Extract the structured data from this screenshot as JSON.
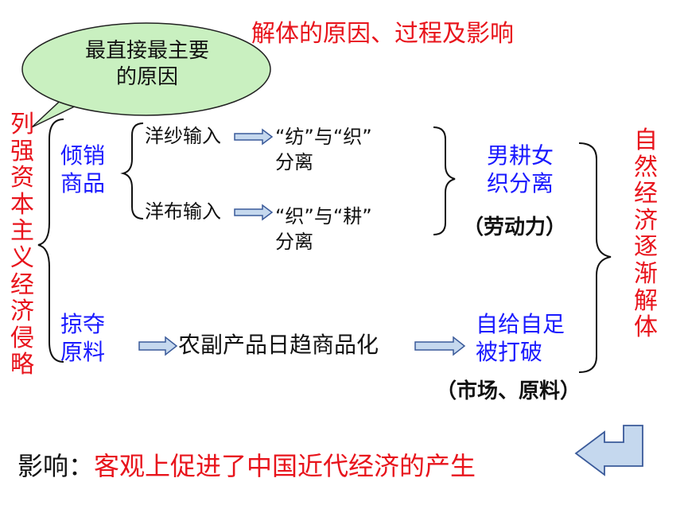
{
  "title": "解体的原因、过程及影响",
  "bubble": {
    "line1": "最直接最主要",
    "line2": "的原因"
  },
  "left_vertical": "列强资本主义经济侵略",
  "right_vertical": "自然经济逐渐解体",
  "means": {
    "dumping": {
      "line1": "倾销",
      "line2": "商品"
    },
    "plunder": {
      "line1": "掠夺",
      "line2": "原料"
    }
  },
  "imports": {
    "yarn": "洋纱输入",
    "cloth": "洋布输入"
  },
  "separations": {
    "spin_weave": {
      "line1": "“纺”与“织”",
      "line2": "分离"
    },
    "weave_farm": {
      "line1": "“织”与“耕”",
      "line2": "分离"
    }
  },
  "results": {
    "labor": {
      "line1": "男耕女",
      "line2": "织分离",
      "note": "（劳动力）"
    },
    "market": {
      "line1": "自给自足",
      "line2": "被打破",
      "note": "（市场、原料）"
    }
  },
  "commercialization": "农副产品日趋商品化",
  "impact": {
    "label": "影响：",
    "text": "客观上促进了中国近代经济的产生"
  },
  "colors": {
    "red": "#e8141c",
    "blue": "#1a1aff",
    "bubble_fill": "#c9f0c0",
    "arrow_fill": "#c5d8ee",
    "arrow_stroke": "#3a5a9a"
  }
}
